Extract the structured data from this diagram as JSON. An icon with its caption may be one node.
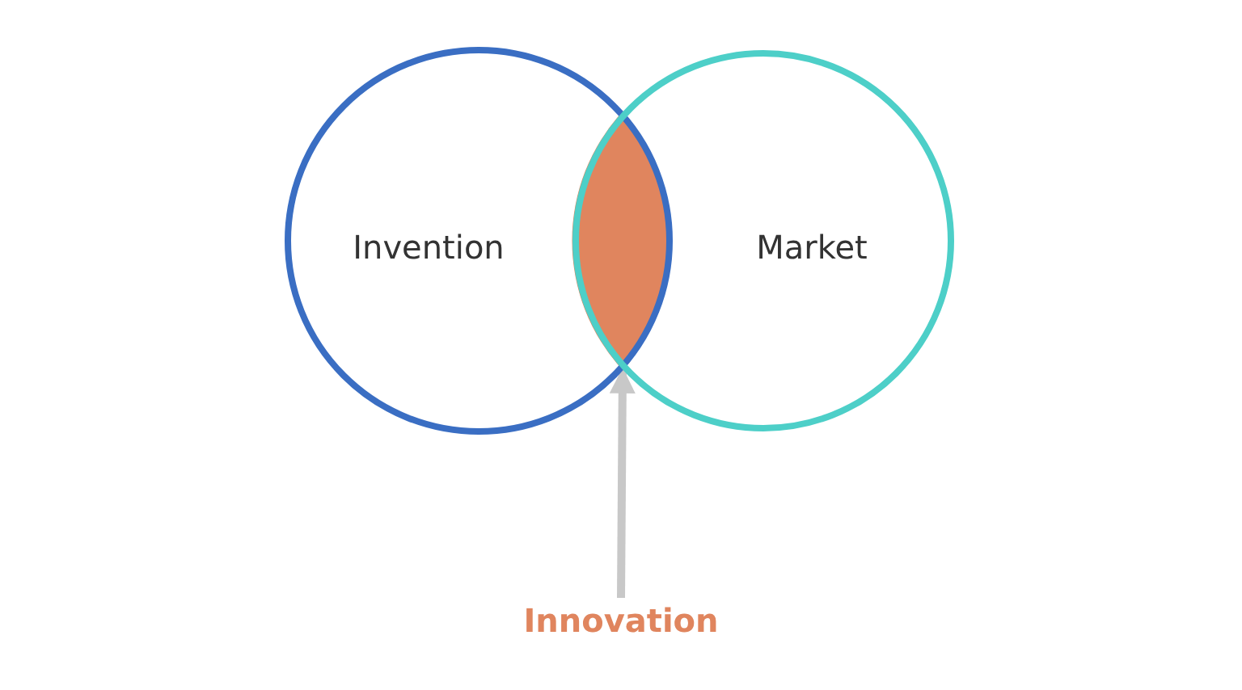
{
  "diagram": {
    "nodes": [
      {
        "text": [
          "Invention"
        ]
      },
      {
        "text": [
          "Market"
        ]
      },
      {
        "text": [],
        "shape": "lens"
      },
      {
        "text": [
          "Innovation"
        ]
      }
    ],
    "edges": [
      {
        "from": 3,
        "to": 2,
        "arrow": "to"
      }
    ]
  }
}
